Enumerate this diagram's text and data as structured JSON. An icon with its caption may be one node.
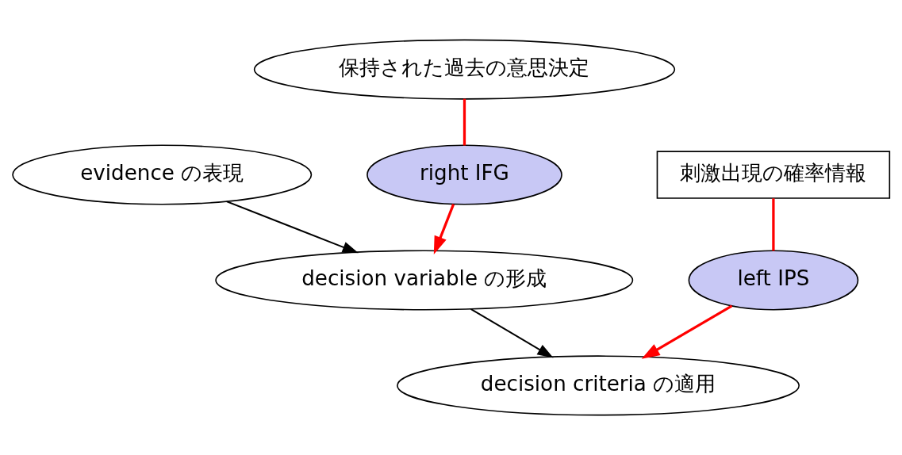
{
  "diagram": {
    "nodes": [
      {
        "text": [
          "evidence の表現"
        ]
      },
      {
        "text": [
          "保持された過去の意思決定"
        ]
      },
      {
        "text": [
          "right IFG"
        ]
      },
      {
        "text": [
          "刺激出現の確率情報"
        ]
      },
      {
        "text": [
          "decision variable の形成"
        ]
      },
      {
        "text": [
          "left IPS"
        ]
      },
      {
        "text": [
          "decision criteria の適用"
        ]
      }
    ],
    "edges": [
      {
        "from": 0,
        "to": 4,
        "arrow": "to",
        "color": "#000000"
      },
      {
        "from": 4,
        "to": 6,
        "arrow": "to",
        "color": "#000000"
      },
      {
        "from": 1,
        "to": 2,
        "arrow": "none"
      },
      {
        "from": 2,
        "to": 4,
        "arrow": "to"
      },
      {
        "from": 3,
        "to": 5,
        "arrow": "none"
      },
      {
        "from": 5,
        "to": 6,
        "arrow": "to"
      }
    ]
  }
}
